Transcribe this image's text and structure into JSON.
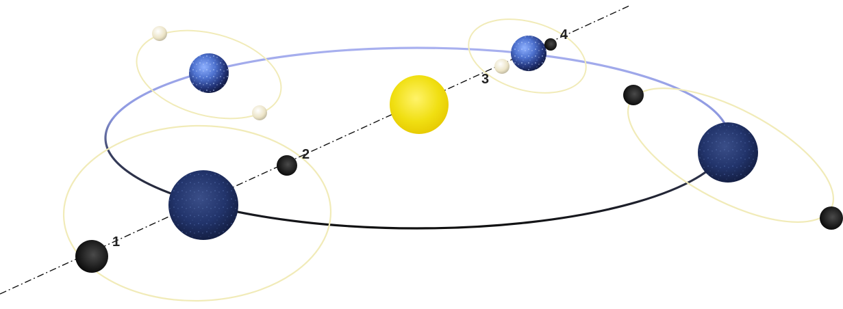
{
  "diagram": {
    "labels": {
      "one": "1",
      "two": "2",
      "three": "3",
      "four": "4"
    }
  },
  "colors": {
    "background": "#ffffff",
    "sun": "#f0df12",
    "earth_dark": "#1f2f66",
    "earth_light": "#6f94e8",
    "moon_light": "#f3f0d8",
    "moon_dark": "#111111",
    "earth_orbit_front": "#111122",
    "earth_orbit_back": "#9aa3e6",
    "moon_orbit": "#f1ebb8",
    "guide_line": "#111111"
  },
  "icons": {
    "sun": "sun-icon",
    "earth": "earth-icon",
    "moon": "moon-icon"
  }
}
